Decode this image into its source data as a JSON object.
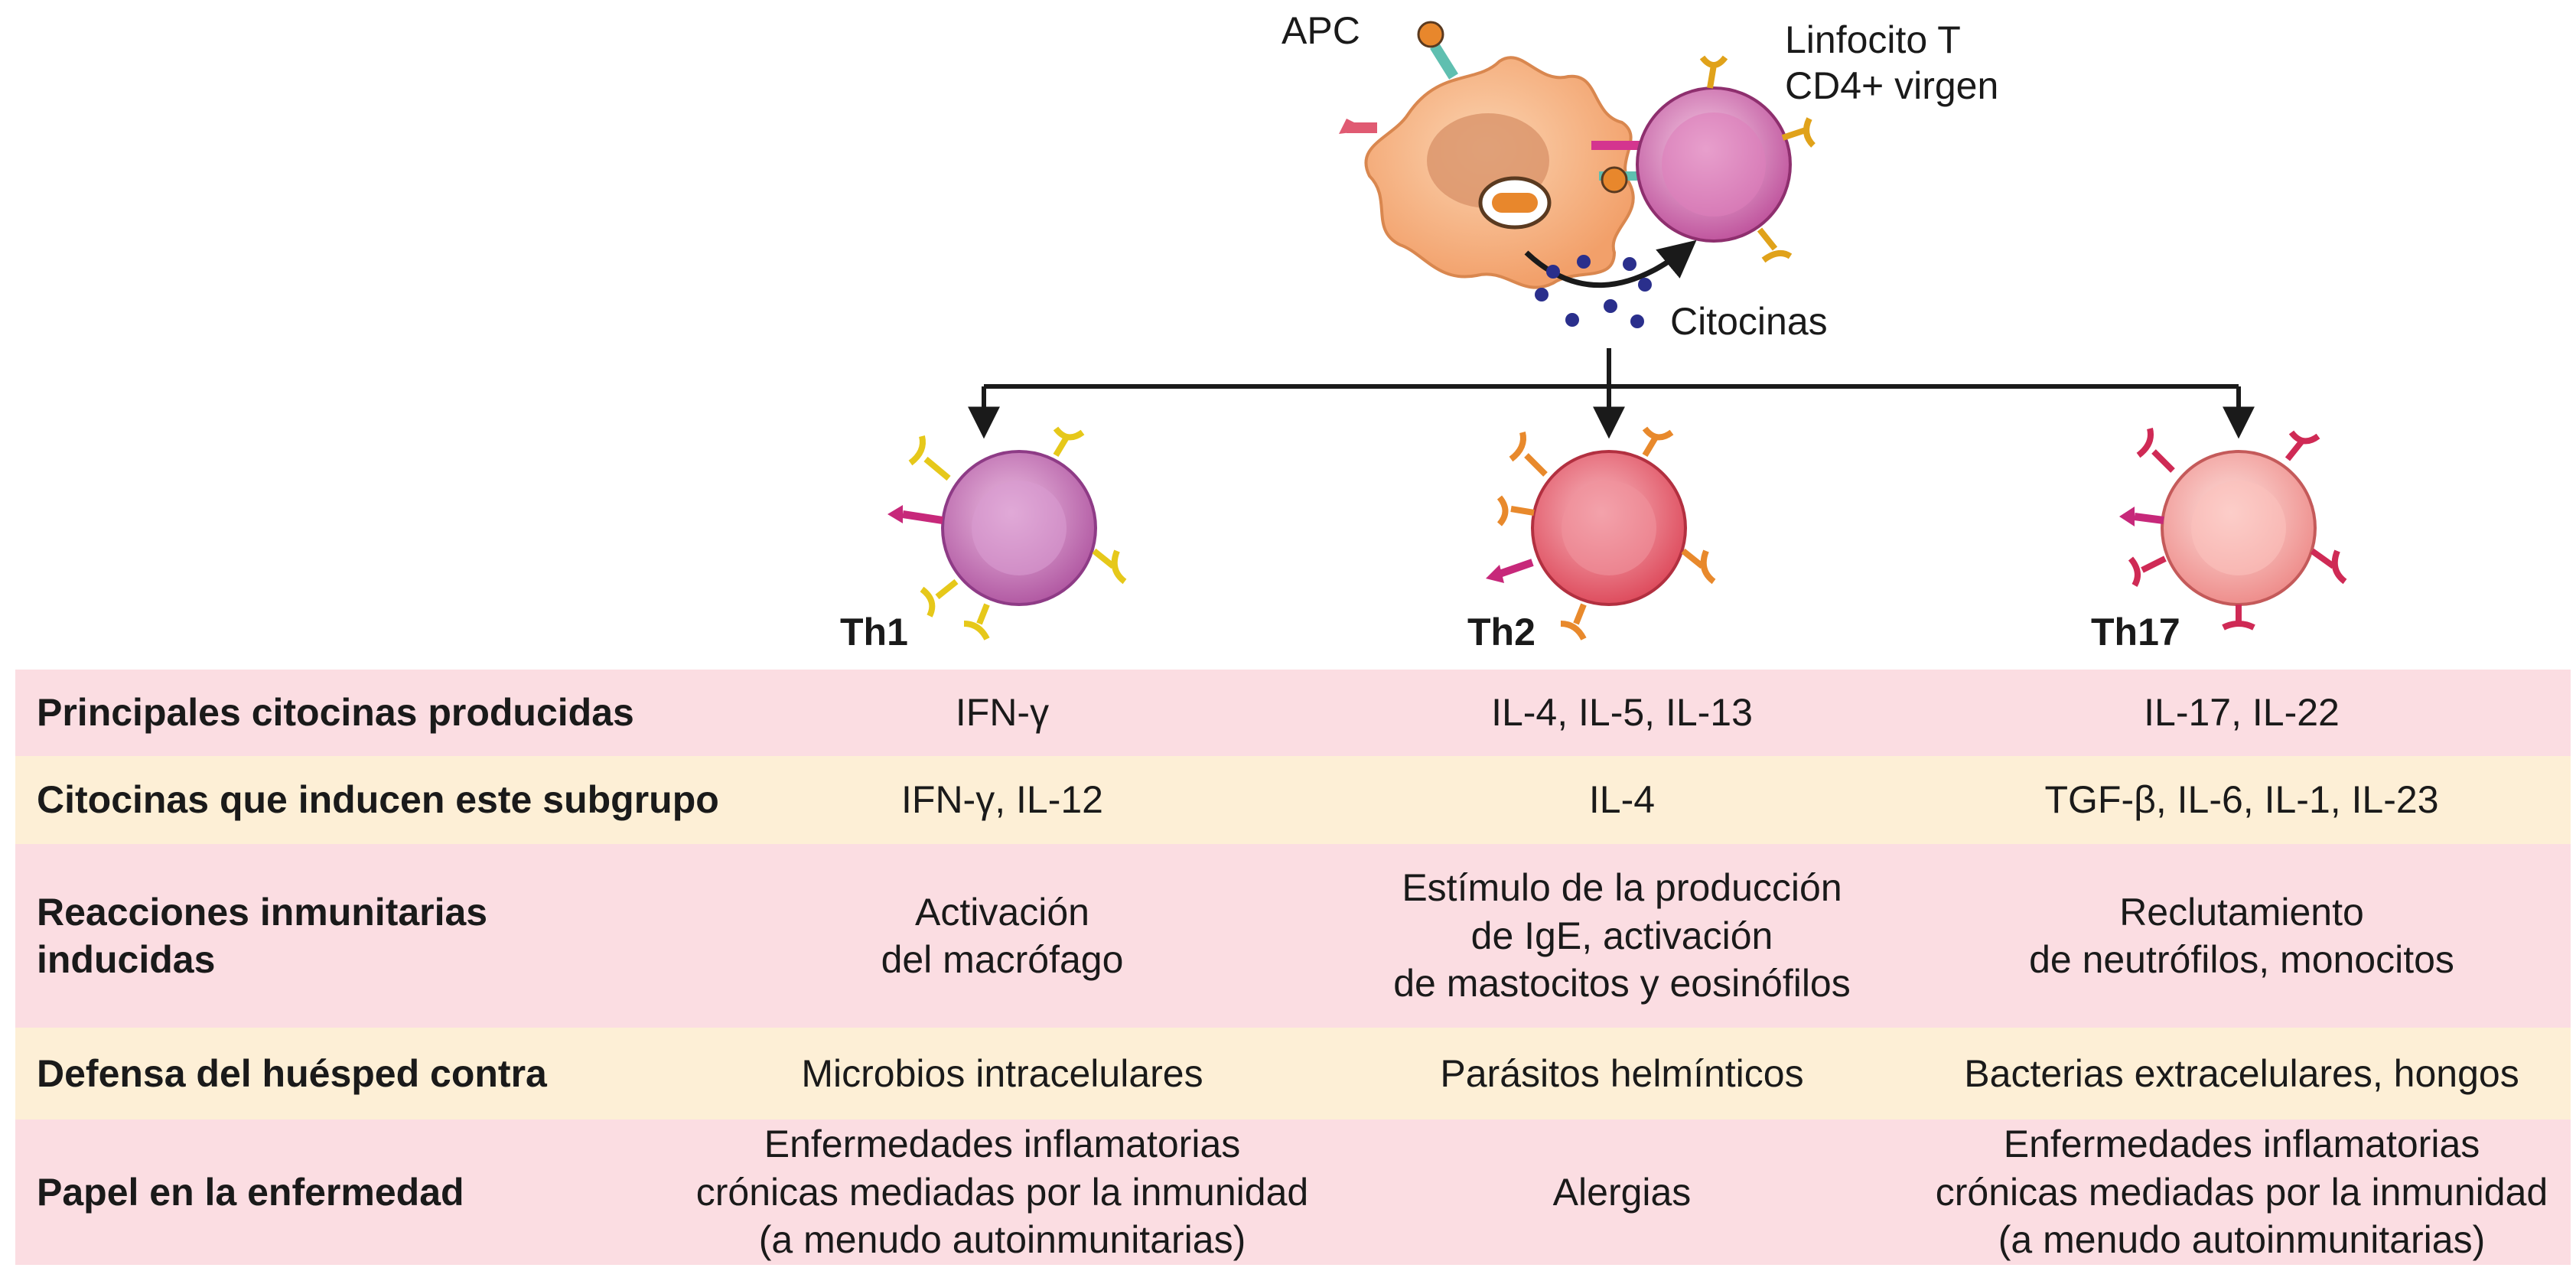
{
  "diagram": {
    "apc_label": "APC",
    "naive_t_label": "Linfocito T\nCD4+ virgen",
    "cytokines_label": "Citocinas",
    "subsets": [
      "Th1",
      "Th2",
      "Th17"
    ]
  },
  "colors": {
    "pink_row": "#fbdde2",
    "cream_row": "#fdefd6",
    "apc": "#f7b98a",
    "th1": "#c96ab0",
    "th2": "#e8606e",
    "th17": "#f09a98"
  },
  "table": {
    "rows": [
      {
        "header": "Principales citocinas producidas",
        "th1": "IFN-γ",
        "th2": "IL-4, IL-5, IL-13",
        "th17": "IL-17, IL-22",
        "shade": "pink"
      },
      {
        "header": "Citocinas que inducen este subgrupo",
        "th1": "IFN-γ, IL-12",
        "th2": "IL-4",
        "th17": "TGF-β, IL-6, IL-1, IL-23",
        "shade": "cream"
      },
      {
        "header": "Reacciones inmunitarias\ninducidas",
        "th1": "Activación\ndel macrófago",
        "th2": "Estímulo de la producción\nde IgE, activación\nde mastocitos y eosinófilos",
        "th17": "Reclutamiento\nde neutrófilos, monocitos",
        "shade": "pink"
      },
      {
        "header": "Defensa del huésped contra",
        "th1": "Microbios intracelulares",
        "th2": "Parásitos helmínticos",
        "th17": "Bacterias extracelulares, hongos",
        "shade": "cream"
      },
      {
        "header": "Papel en la enfermedad",
        "th1": "Enfermedades inflamatorias\ncrónicas mediadas por la inmunidad\n(a menudo autoinmunitarias)",
        "th2": "Alergias",
        "th17": "Enfermedades inflamatorias\ncrónicas mediadas por la inmunidad\n(a menudo autoinmunitarias)",
        "shade": "pink"
      }
    ]
  }
}
